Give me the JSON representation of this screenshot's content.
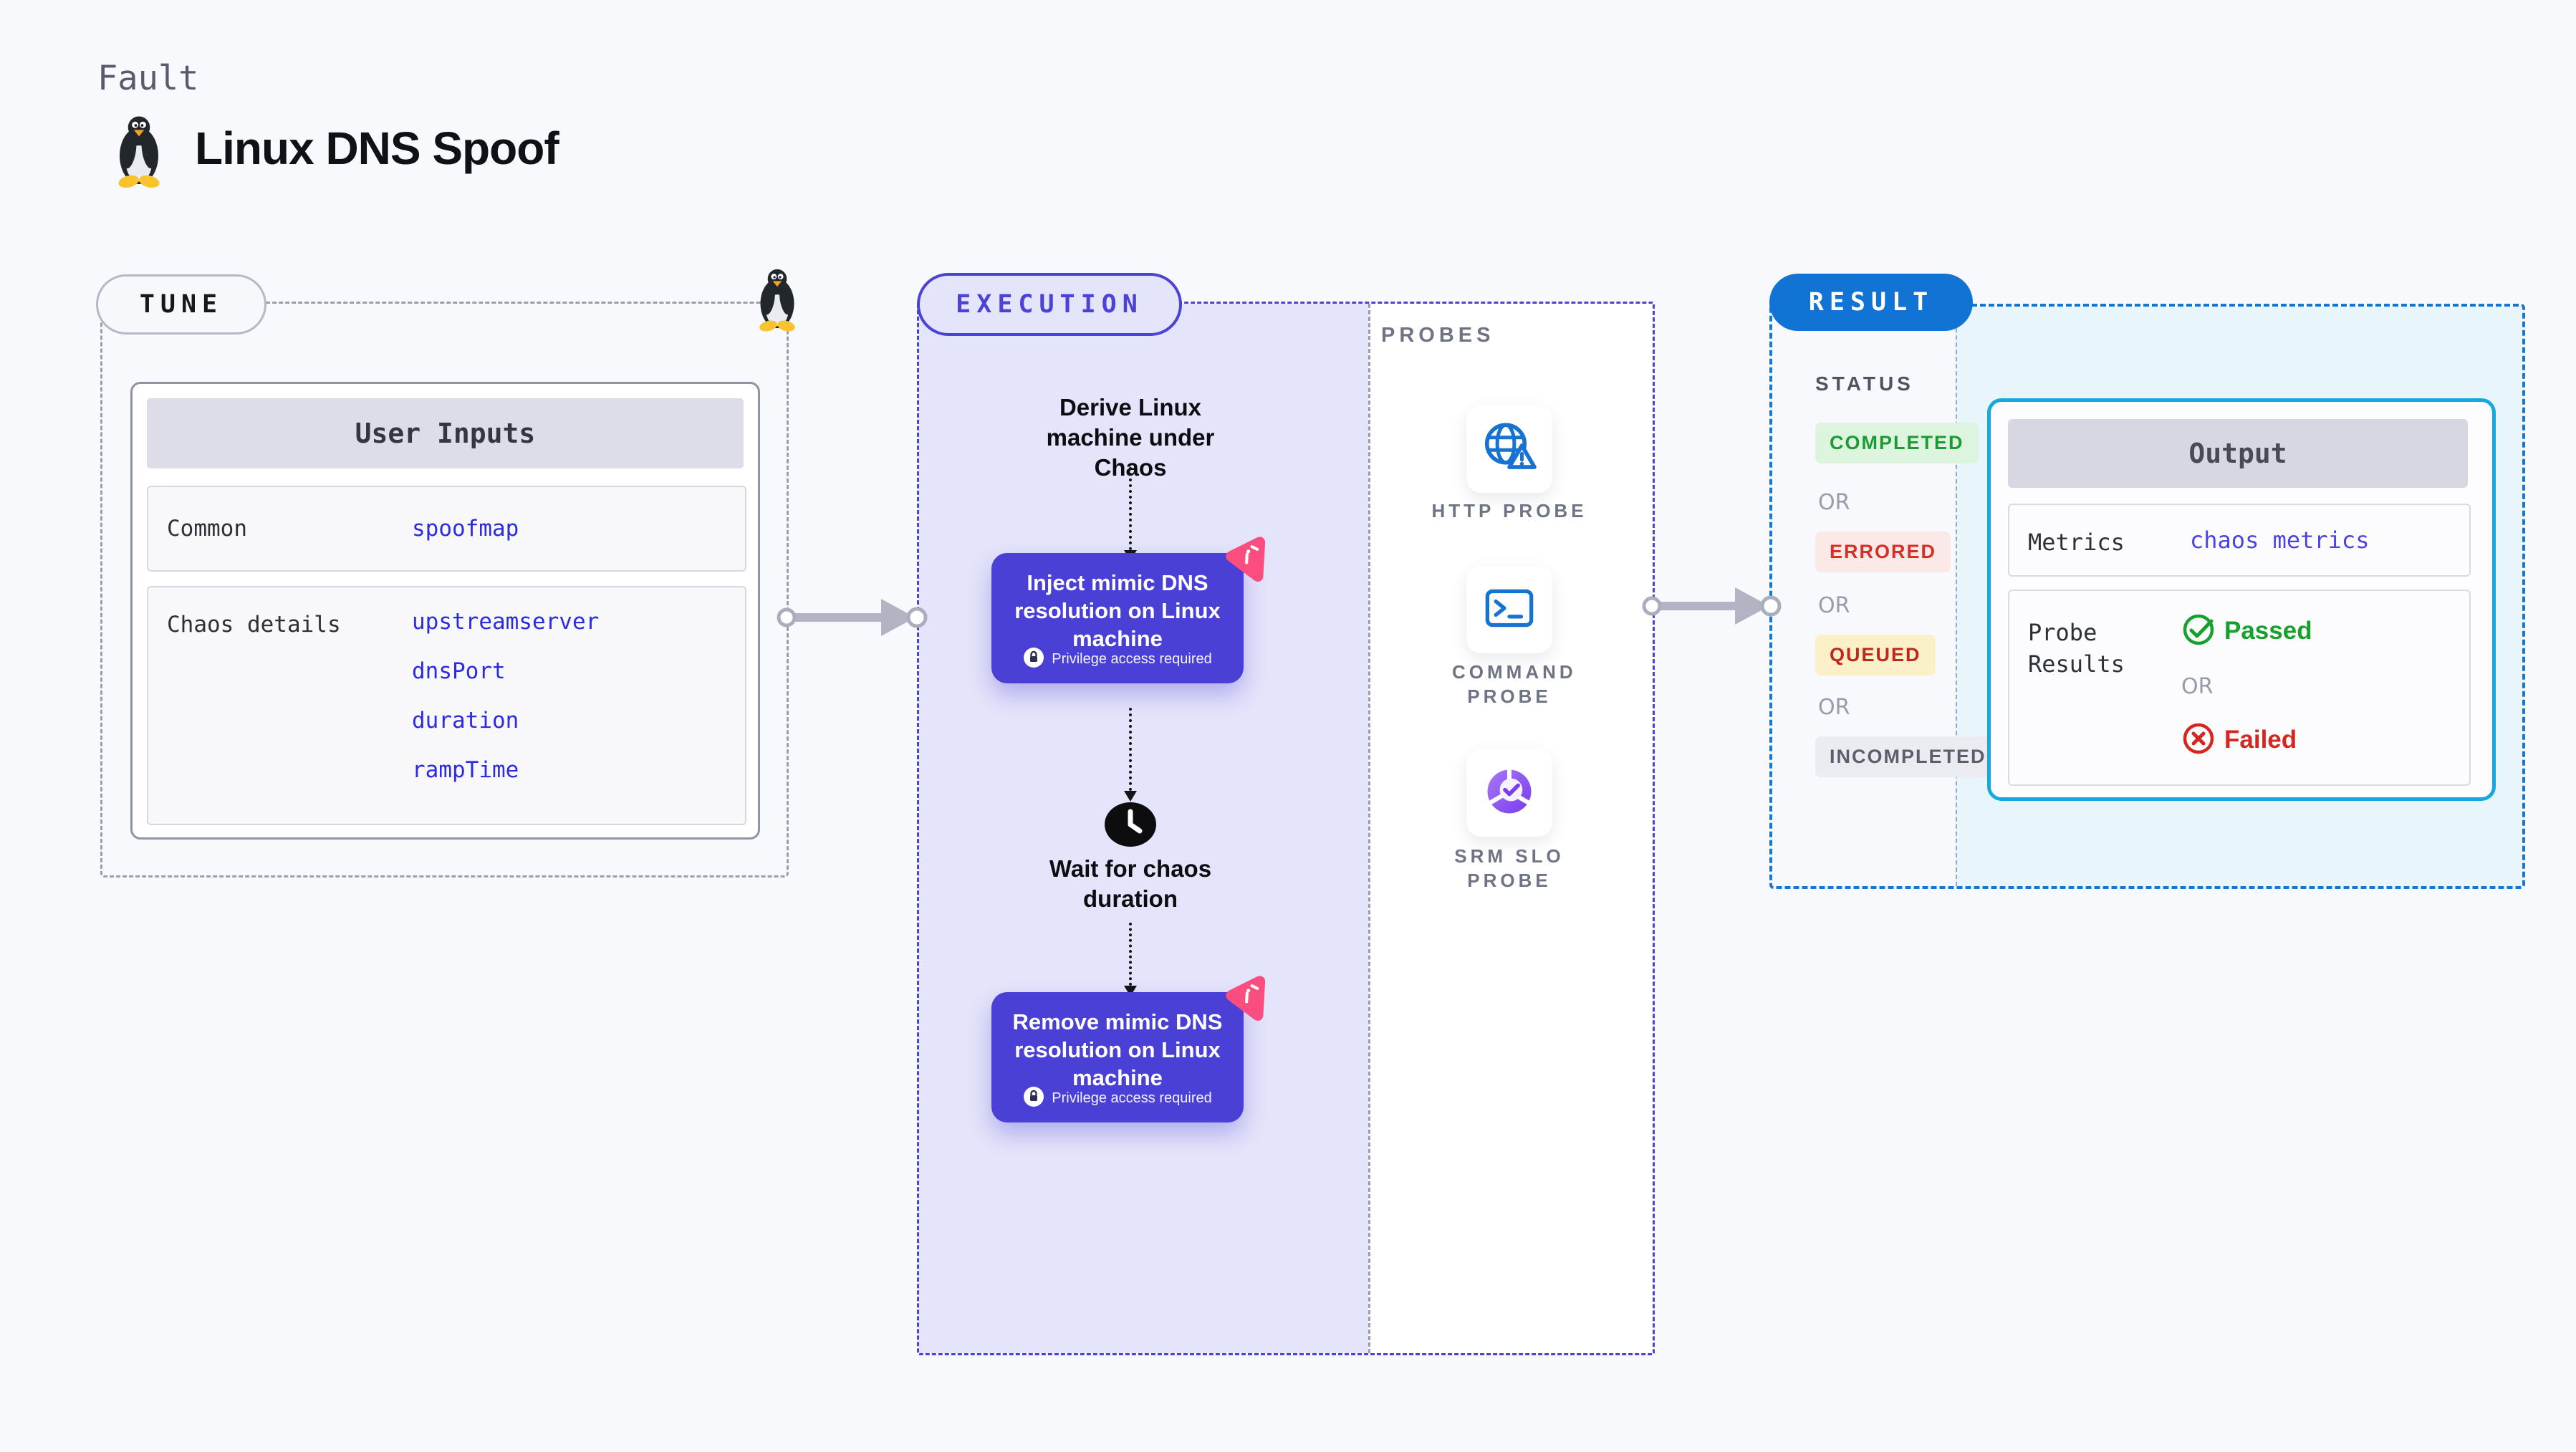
{
  "header": {
    "eyebrow": "Fault",
    "title": "Linux DNS Spoof",
    "title_icon": "tux-penguin"
  },
  "tune": {
    "label": "TUNE",
    "corner_icon": "tux-penguin",
    "card": {
      "header": "User Inputs",
      "rows": [
        {
          "label": "Common",
          "values": [
            "spoofmap"
          ]
        },
        {
          "label": "Chaos details",
          "values": [
            "upstreamserver",
            "dnsPort",
            "duration",
            "rampTime"
          ]
        }
      ]
    }
  },
  "execution": {
    "label": "EXECUTION",
    "steps": {
      "derive": "Derive Linux machine under Chaos",
      "inject": "Inject mimic DNS resolution on Linux machine",
      "privilege_note": "Privilege access required",
      "wait": "Wait for chaos duration",
      "remove": "Remove mimic DNS resolution on Linux machine"
    }
  },
  "probes": {
    "label": "PROBES",
    "items": [
      {
        "label": "HTTP PROBE",
        "icon": "globe-warning-icon"
      },
      {
        "label": "COMMAND PROBE",
        "icon": "terminal-icon"
      },
      {
        "label": "SRM SLO PROBE",
        "icon": "slo-pie-check-icon"
      }
    ]
  },
  "result": {
    "label": "RESULT",
    "status": {
      "label": "STATUS",
      "separator": "OR",
      "badges": [
        {
          "label": "COMPLETED",
          "bg": "#ddf5de",
          "color": "#1c9a34"
        },
        {
          "label": "ERRORED",
          "bg": "#fbe9e8",
          "color": "#d53027"
        },
        {
          "label": "QUEUED",
          "bg": "#fcf0c8",
          "color": "#c0261c"
        },
        {
          "label": "INCOMPLETED",
          "bg": "#ebecf2",
          "color": "#5a5f6e"
        }
      ]
    },
    "output": {
      "header": "Output",
      "metrics_label": "Metrics",
      "metrics_value": "chaos metrics",
      "probe_results_label": "Probe Results",
      "passed": "Passed",
      "or": "OR",
      "failed": "Failed"
    }
  },
  "colors": {
    "accent_indigo": "#4b42d6",
    "accent_blue": "#1173d3",
    "accent_cyan": "#16a8e0",
    "link_blue": "#2b2bdf",
    "passed_green": "#17a02c",
    "failed_red": "#d5271f",
    "chaos_pink": "#fa4d80",
    "lavender_bg": "#e4e4fa",
    "result_bg": "#e8f6fc"
  }
}
